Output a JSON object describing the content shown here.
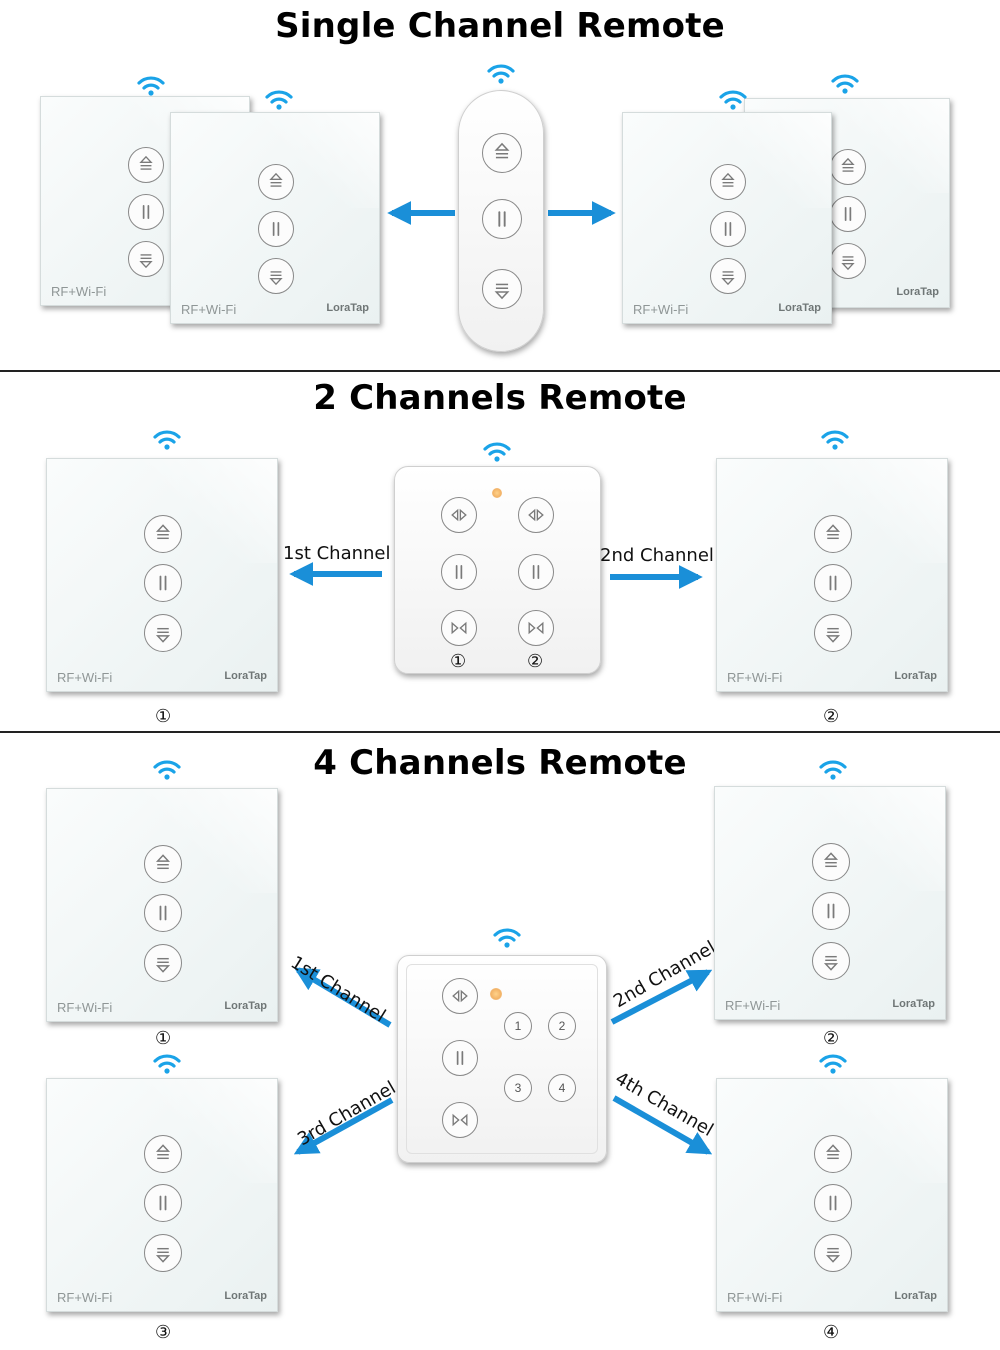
{
  "sections": {
    "single": {
      "title": "Single Channel Remote"
    },
    "two": {
      "title": "2 Channels Remote",
      "channel1": "1st Channel",
      "channel2": "2nd Channel"
    },
    "four": {
      "title": "4 Channels Remote",
      "channel1": "1st Channel",
      "channel2": "2nd Channel",
      "channel3": "3rd Channel",
      "channel4": "4th Channel"
    }
  },
  "switch": {
    "rf_label": "RF+Wi-Fi",
    "brand": "LoraTap"
  },
  "markers": {
    "m1": "①",
    "m2": "②",
    "m3": "③",
    "m4": "④"
  },
  "remote4": {
    "keys": [
      "1",
      "2",
      "3",
      "4"
    ]
  },
  "colors": {
    "wifi": "#1aa3e8",
    "arrow": "#1a8fd8"
  }
}
